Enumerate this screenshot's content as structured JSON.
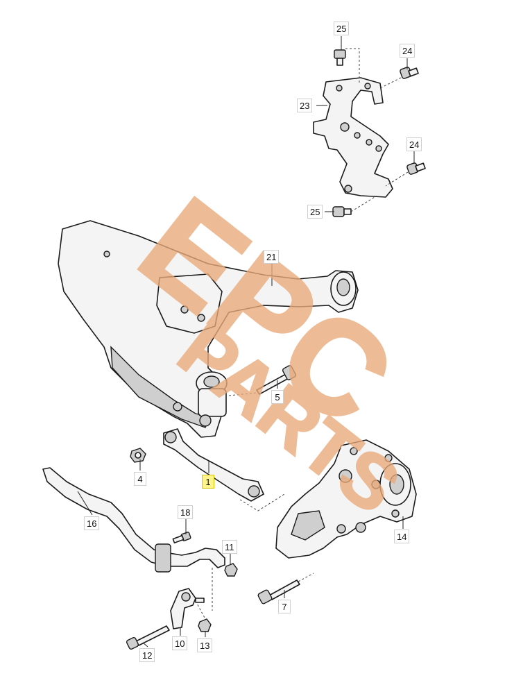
{
  "diagram": {
    "callouts": [
      {
        "id": "25",
        "label": "25"
      },
      {
        "id": "24",
        "label": "24"
      },
      {
        "id": "23",
        "label": "23"
      },
      {
        "id": "24b",
        "label": "24"
      },
      {
        "id": "25b",
        "label": "25"
      },
      {
        "id": "21",
        "label": "21"
      },
      {
        "id": "5",
        "label": "5"
      },
      {
        "id": "4",
        "label": "4"
      },
      {
        "id": "1",
        "label": "1",
        "highlighted": true
      },
      {
        "id": "14",
        "label": "14"
      },
      {
        "id": "16",
        "label": "16"
      },
      {
        "id": "18",
        "label": "18"
      },
      {
        "id": "11",
        "label": "11"
      },
      {
        "id": "7",
        "label": "7"
      },
      {
        "id": "10",
        "label": "10"
      },
      {
        "id": "12",
        "label": "12"
      },
      {
        "id": "13",
        "label": "13"
      }
    ]
  },
  "watermark": {
    "line1": "EPC",
    "line2": "PARTS",
    "color": "#e9a978"
  },
  "colors": {
    "highlight": "#fff48a",
    "line": "#1a1a1a"
  }
}
